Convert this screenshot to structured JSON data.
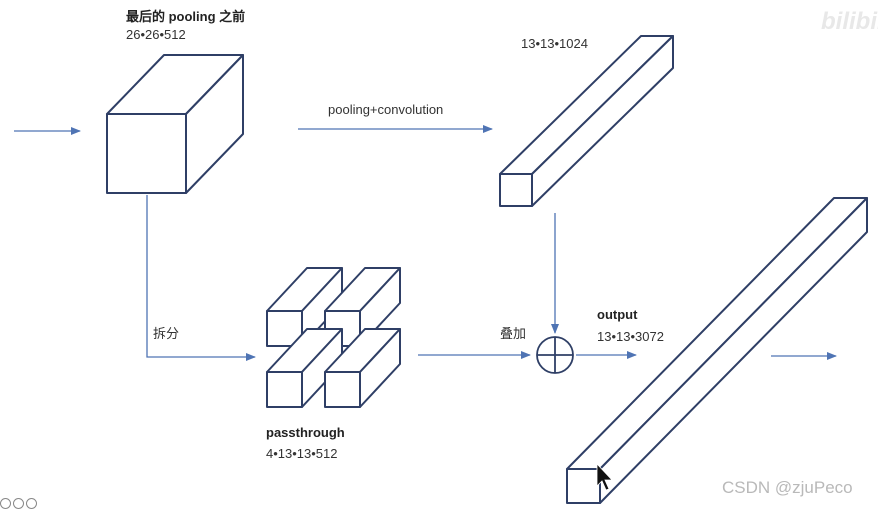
{
  "labels": {
    "block1_title": "最后的 pooling 之前",
    "block1_dims": "26•26•512",
    "arrow_label_top": "pooling+convolution",
    "block2_dims": "13•13•1024",
    "split_label": "拆分",
    "passthrough_title": "passthrough",
    "passthrough_dims": "4•13•13•512",
    "stack_label": "叠加",
    "output_title": "output",
    "output_dims": "13•13•3072"
  },
  "watermark": {
    "csdn": "CSDN @zjuPeco",
    "logo": "bilibili"
  },
  "colors": {
    "stroke": "#2f3f66",
    "arrow": "#4f74b4",
    "text": "#333333"
  }
}
